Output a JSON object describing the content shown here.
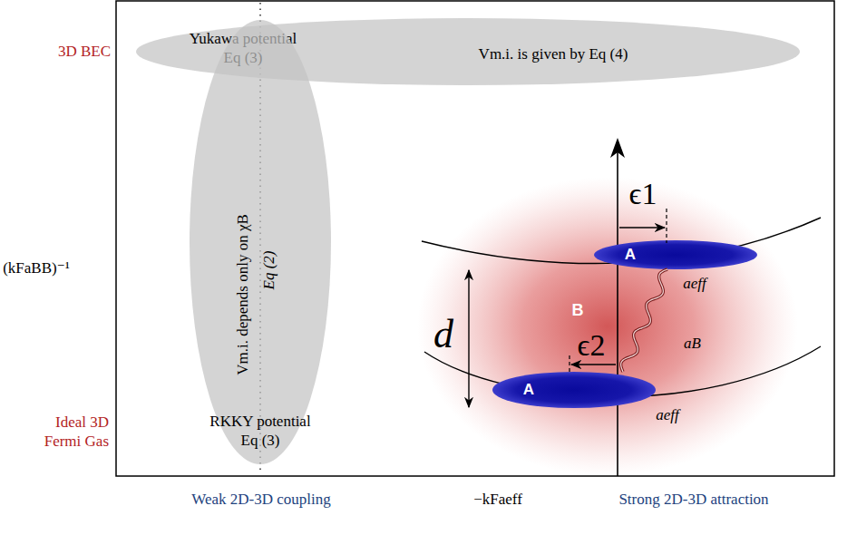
{
  "diagram": {
    "nodes": [
      {
        "text": [
          "Yukawa potential Eq (3)",
          "Vm.i. is given by Eq (4)"
        ]
      },
      {
        "text": [
          "Vm.i. depends only on χB",
          "Eq (2)",
          "RKKY potential Eq (3)"
        ]
      },
      {
        "text": [
          "B"
        ]
      },
      {
        "text": [
          "A"
        ]
      },
      {
        "text": [
          "A"
        ]
      }
    ],
    "edges": [
      {
        "from": 3,
        "to": 4,
        "arrow": "none",
        "label": "aB"
      }
    ],
    "labels": [
      "3D BEC",
      "(kFaBB)⁻¹",
      "Ideal 3D Fermi Gas",
      "Weak 2D-3D coupling",
      "−kFaeff",
      "Strong 2D-3D attraction",
      "ϵ1",
      "ϵ2",
      "d",
      "aeff",
      "aeff"
    ]
  }
}
